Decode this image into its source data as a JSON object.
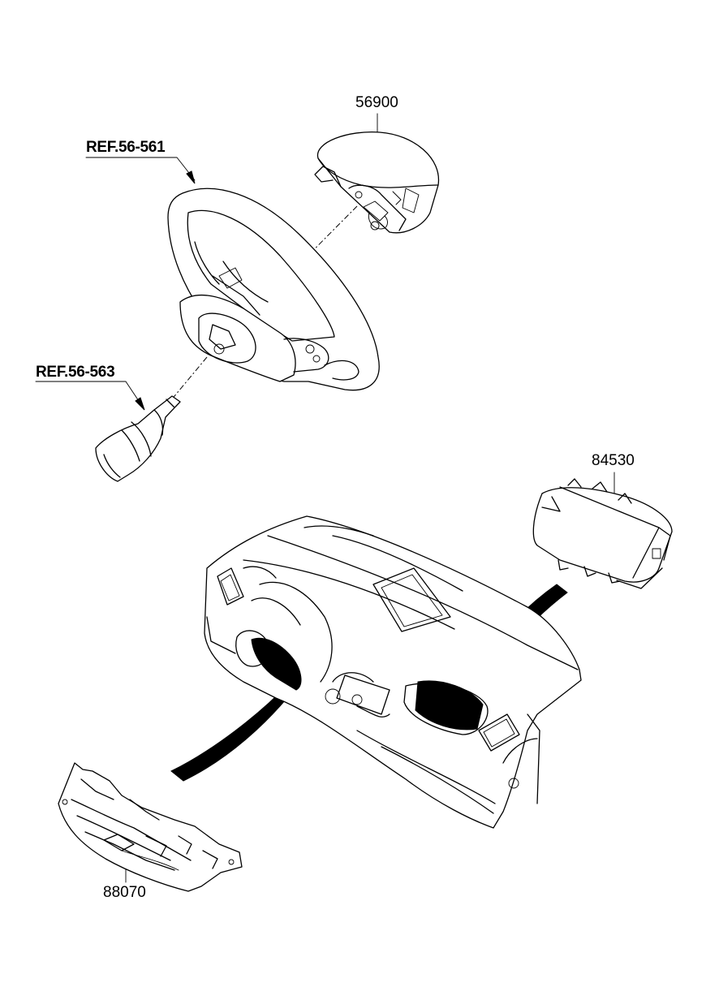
{
  "labels": {
    "part_56900": "56900",
    "ref_56_561": "REF.56-561",
    "ref_56_563": "REF.56-563",
    "part_84530": "84530",
    "part_88070": "88070"
  }
}
